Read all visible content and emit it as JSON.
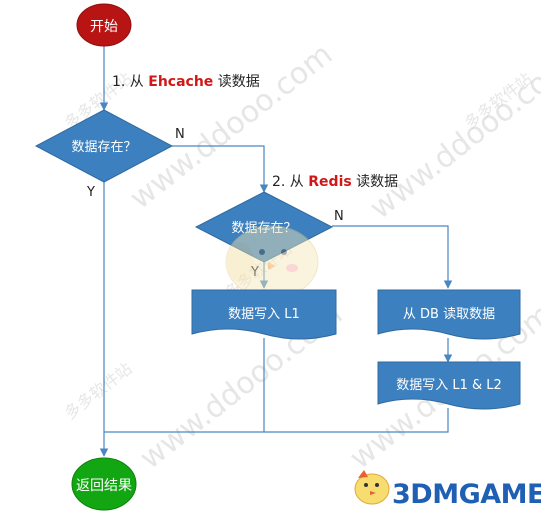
{
  "nodes": {
    "start": "开始",
    "decision1": "数据存在？",
    "decision2": "数据存在？",
    "write_l1": "数据写入  L1",
    "read_db": "从 DB 读取数据",
    "write_l1_l2": "数据写入  L1 & L2",
    "end": "返回结果"
  },
  "steps": {
    "step1_prefix": "1. 从 ",
    "step1_source": "Ehcache",
    "step1_suffix": " 读数据",
    "step2_prefix": "2. 从 ",
    "step2_source": "Redis",
    "step2_suffix": " 读数据"
  },
  "branch_labels": {
    "d1_no": "N",
    "d1_yes": "Y",
    "d2_no": "N",
    "d2_yes": "Y"
  },
  "watermarks": {
    "site": "www.ddooo.com",
    "name": "多多软件站",
    "brand": "3DMGAME"
  },
  "colors": {
    "shape_fill": "#3d80bf",
    "shape_stroke": "#2f6aa0",
    "start_fill": "#b81414",
    "end_fill": "#12a612",
    "line": "#4a86c2",
    "highlight": "#d01818"
  }
}
